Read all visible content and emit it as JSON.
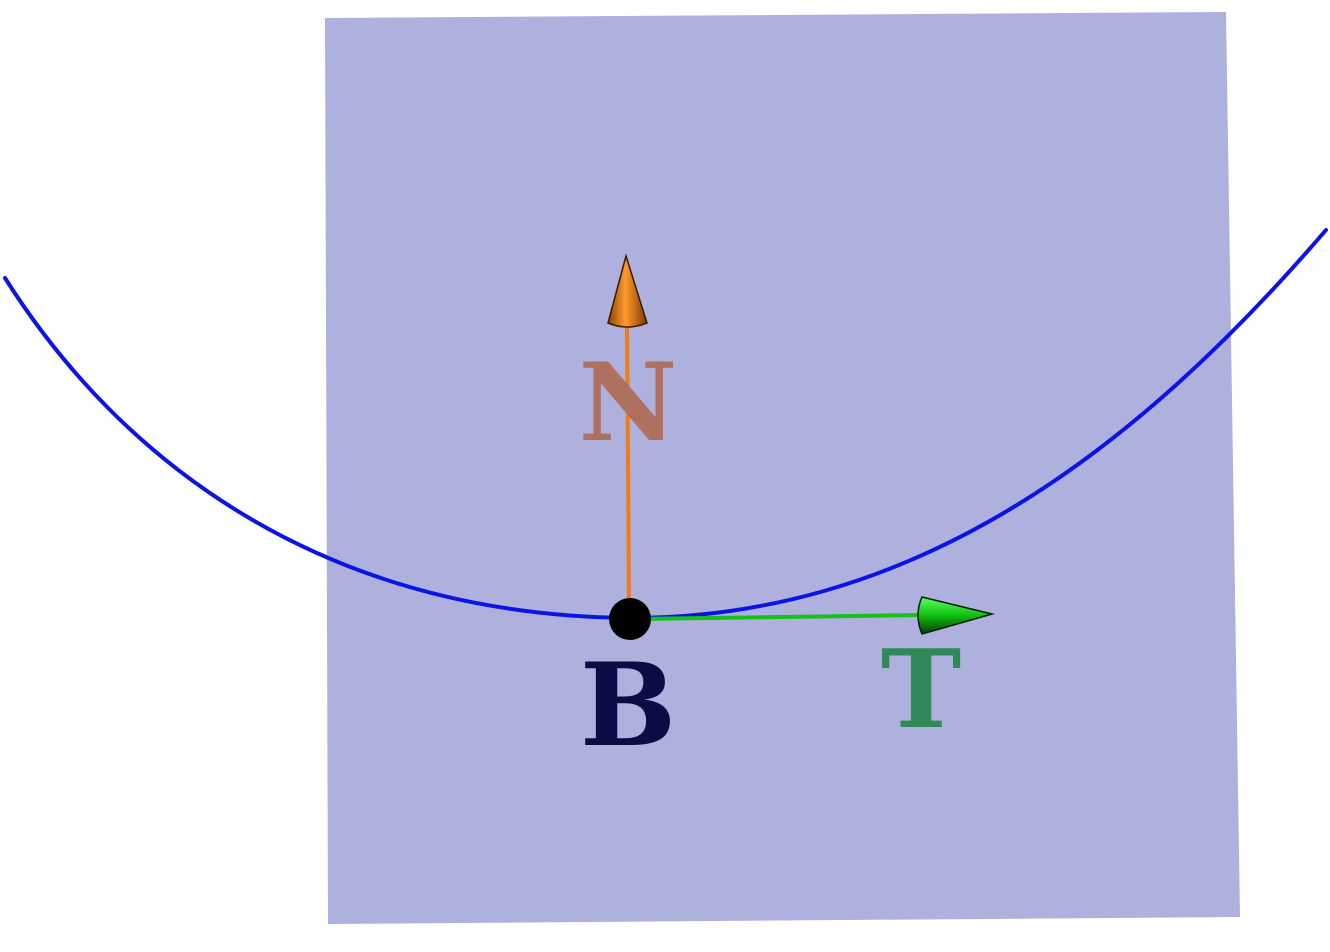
{
  "labels": {
    "normal": "N",
    "tangent": "T",
    "binormal": "B"
  },
  "colors": {
    "plane_fill": "#AEB0DE",
    "curve": "#0A14E6",
    "normal_vector": "#F07D14",
    "normal_label": "#B07060",
    "tangent_vector": "#18C018",
    "tangent_label": "#2E8B57",
    "point": "#000000",
    "binormal_label": "#0B0B45"
  }
}
